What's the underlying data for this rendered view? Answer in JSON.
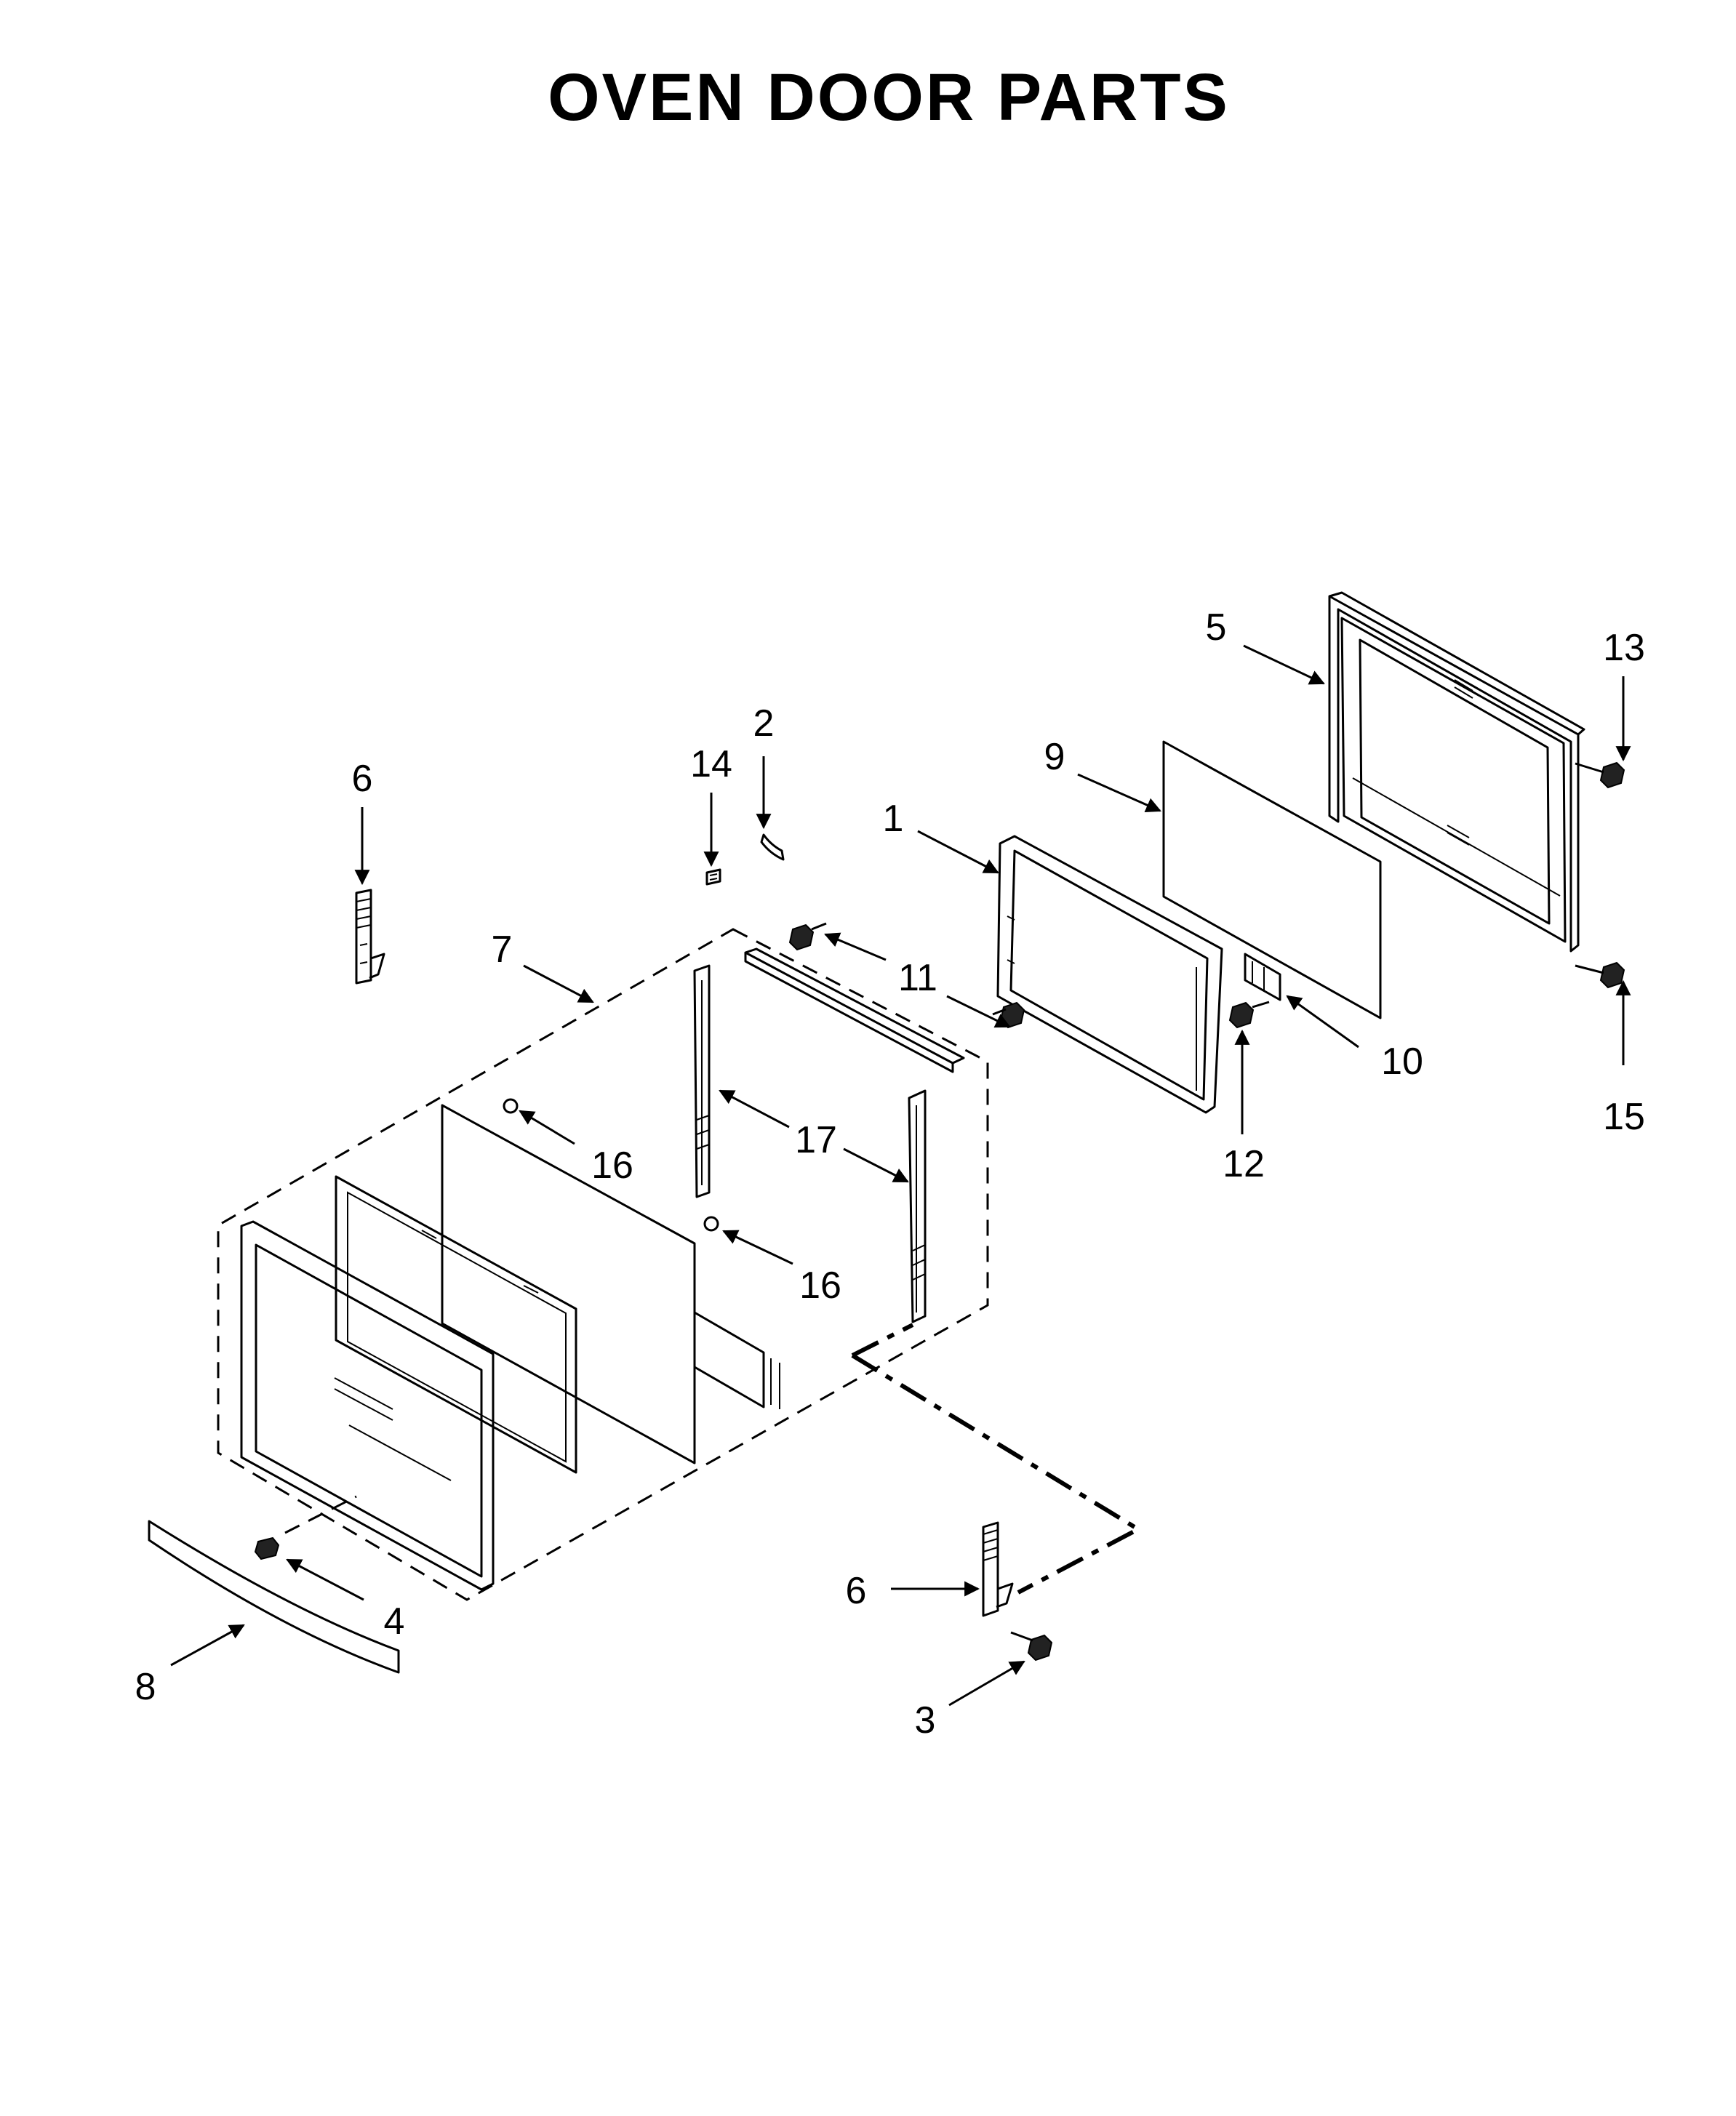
{
  "title": "OVEN DOOR PARTS",
  "callouts": [
    {
      "id": "c5",
      "label": "5"
    },
    {
      "id": "c13",
      "label": "13"
    },
    {
      "id": "c2",
      "label": "2"
    },
    {
      "id": "c14",
      "label": "14"
    },
    {
      "id": "c9",
      "label": "9"
    },
    {
      "id": "c6a",
      "label": "6"
    },
    {
      "id": "c1",
      "label": "1"
    },
    {
      "id": "c7",
      "label": "7"
    },
    {
      "id": "c11",
      "label": "11"
    },
    {
      "id": "c10",
      "label": "10"
    },
    {
      "id": "c15",
      "label": "15"
    },
    {
      "id": "c16a",
      "label": "16"
    },
    {
      "id": "c17",
      "label": "17"
    },
    {
      "id": "c12",
      "label": "12"
    },
    {
      "id": "c16b",
      "label": "16"
    },
    {
      "id": "c6b",
      "label": "6"
    },
    {
      "id": "c4",
      "label": "4"
    },
    {
      "id": "c8",
      "label": "8"
    },
    {
      "id": "c3",
      "label": "3"
    }
  ]
}
